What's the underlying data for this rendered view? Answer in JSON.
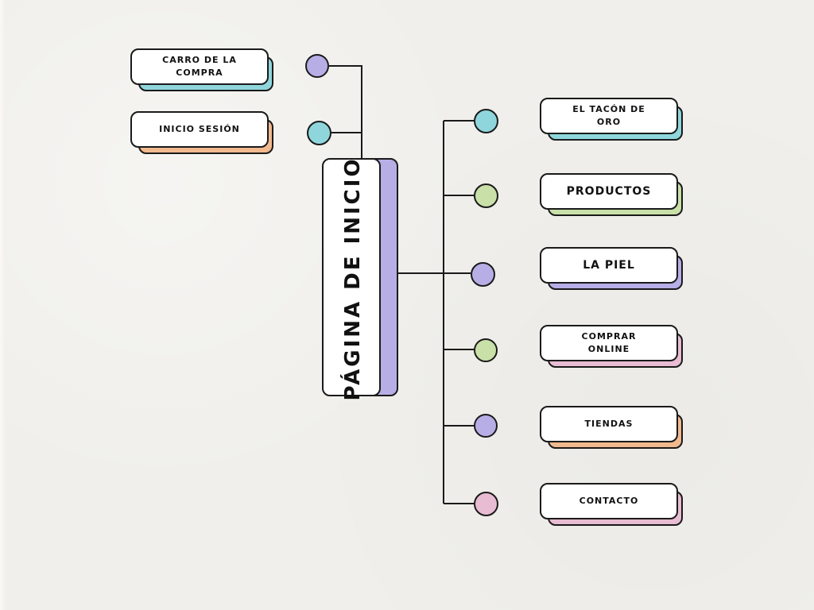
{
  "diagram": {
    "central_topic": "Página de inicio",
    "left_branches": [
      {
        "label": "Carro de la compra",
        "color": "#b7aee6"
      },
      {
        "label": "Inicio sesión",
        "color": "#8fd6dc"
      }
    ],
    "right_branches": [
      {
        "label": "El tacón de oro",
        "color": "#8fd6dc"
      },
      {
        "label": "Productos",
        "color": "#c9e0a8"
      },
      {
        "label": "La piel",
        "color": "#b7aee6"
      },
      {
        "label": "Comprar online",
        "color": "#e8bcd2"
      },
      {
        "label": "Tiendas",
        "color": "#f1b98e"
      },
      {
        "label": "Contacto",
        "color": "#e8bcd2"
      }
    ],
    "left_card_shadows": [
      "#8fd6dc",
      "#f1b98e"
    ],
    "right_card_shadows": [
      "#8fd6dc",
      "#c9e0a8",
      "#b7aee6",
      "#e8bcd2",
      "#f1b98e",
      "#e8bcd2"
    ],
    "central_shadow": "#b7aee6"
  }
}
